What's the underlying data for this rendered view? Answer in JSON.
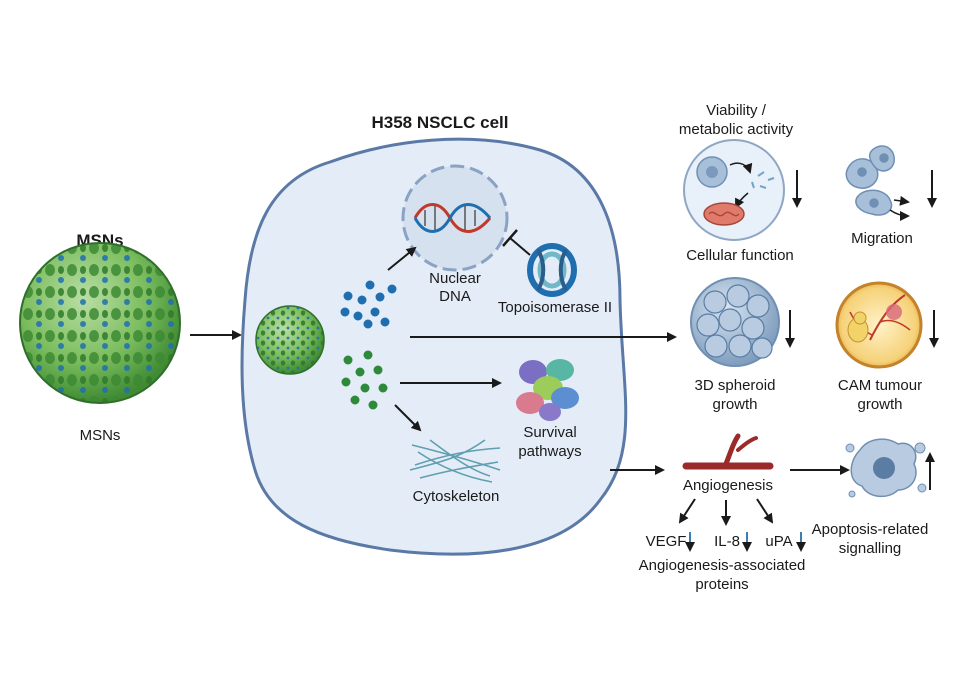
{
  "msns": {
    "title": "MSNs",
    "caption": "MSNs"
  },
  "cell": {
    "title": "H358 NSCLC cell",
    "nuclear_dna_line1": "Nuclear",
    "nuclear_dna_line2": "DNA",
    "topoisomerase": "Topoisomerase II",
    "survival_line1": "Survival",
    "survival_line2": "pathways",
    "cytoskeleton": "Cytoskeleton"
  },
  "outcomes": {
    "viability_line1": "Viability /",
    "viability_line2": "metabolic activity",
    "cellular_function": "Cellular function",
    "migration": "Migration",
    "spheroid_line1": "3D spheroid",
    "spheroid_line2": "growth",
    "cam_line1": "CAM tumour",
    "cam_line2": "growth",
    "angiogenesis": "Angiogenesis",
    "vegf": "VEGF",
    "il8": "IL-8",
    "upa": "uPA",
    "proteins_line1": "Angiogenesis-associated",
    "proteins_line2": "proteins",
    "apoptosis_line1": "Apoptosis-related",
    "apoptosis_line2": "signalling"
  },
  "colors": {
    "cell_fill": "#e4edf7",
    "cell_stroke": "#5a79a6",
    "nanoparticle_green": "#4f9a3f",
    "pore_blue": "#1f6fb0",
    "dna_red": "#c0392b",
    "arrow": "#1a1a1a"
  }
}
